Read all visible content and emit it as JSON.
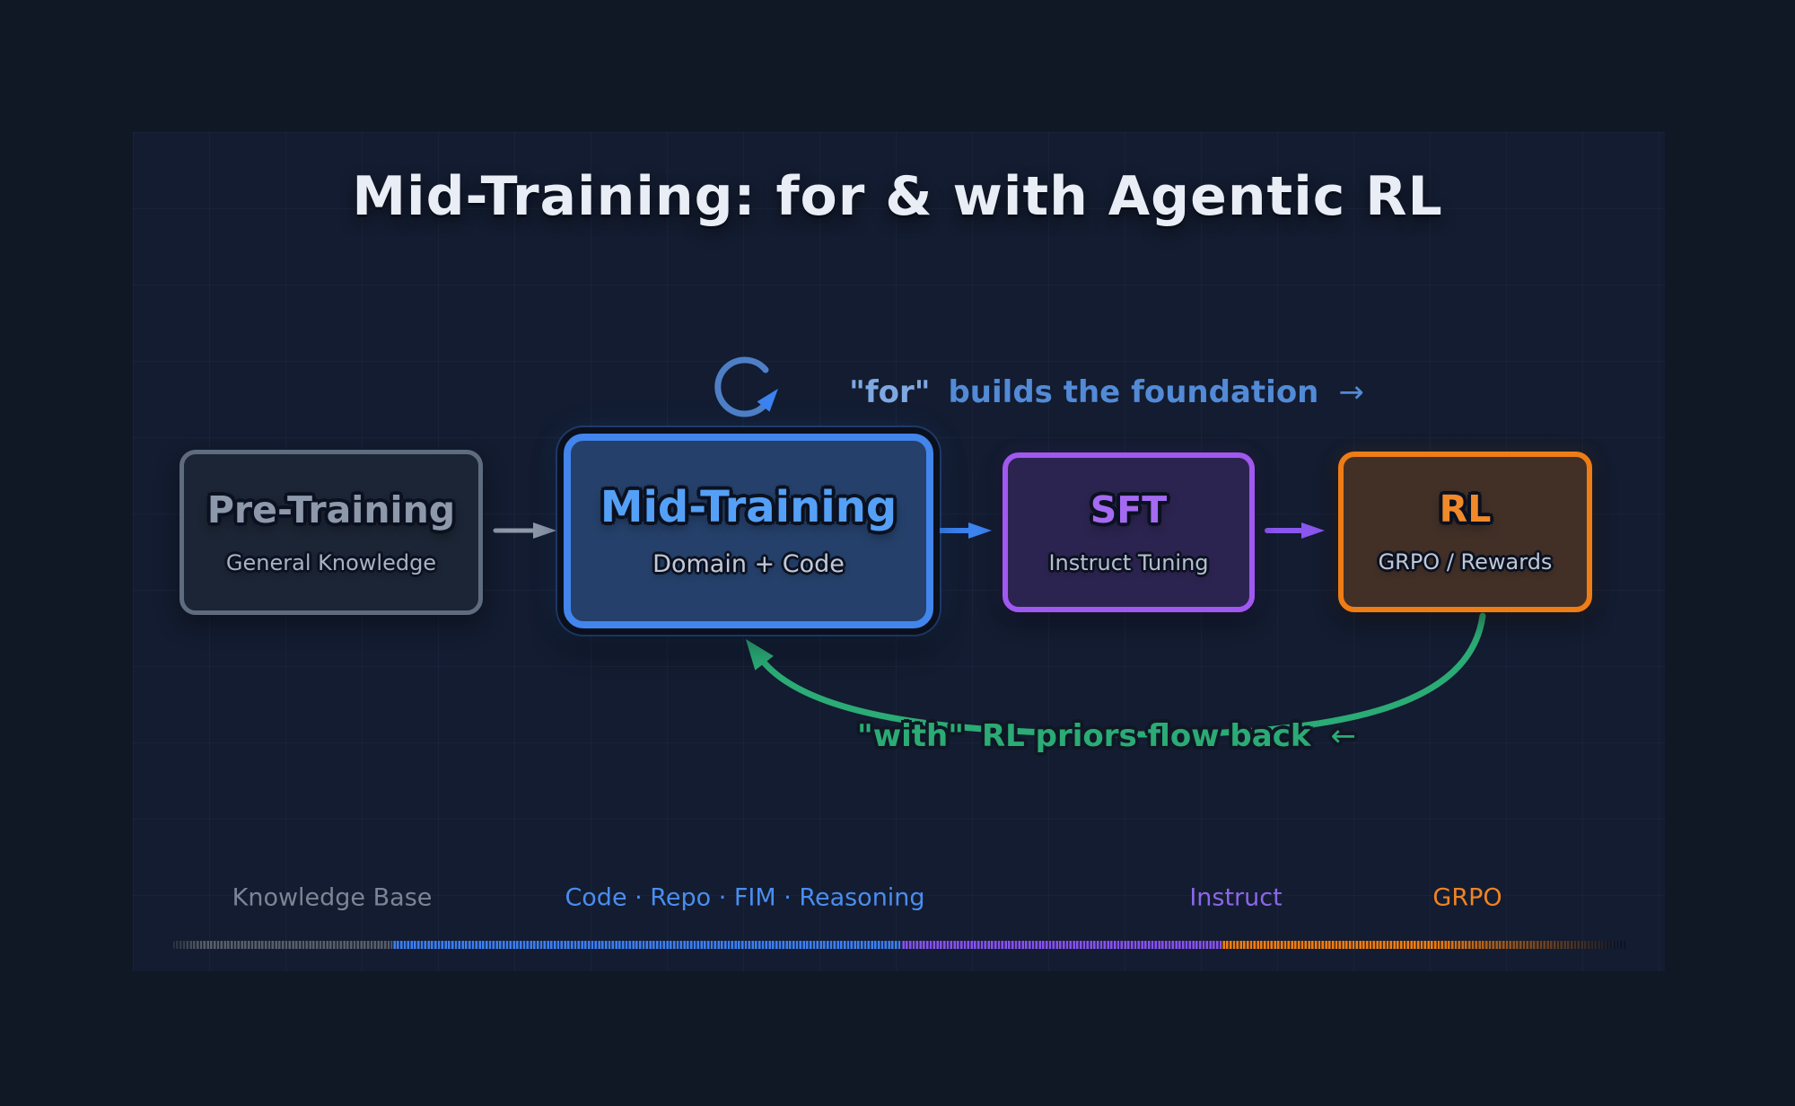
{
  "title": {
    "text": "Mid-Training: for & with Agentic RL"
  },
  "colors": {
    "background": "#101725",
    "panel": "#131c30",
    "grid_line": "#24314a",
    "arrow_gray": "#8e99a9",
    "blue": "#3c82f0",
    "purple": "#8a56ee",
    "orange": "#ee7d16",
    "green": "#2bab75",
    "loop_blue": "#4e7fc6",
    "annotation_blue": "#528ad6"
  },
  "stages": [
    {
      "title": "Pre-Training",
      "subtitle": "General Knowledge",
      "accent": "#5f6c80"
    },
    {
      "title": "Mid-Training",
      "subtitle": "Domain + Code",
      "accent": "#4285ec"
    },
    {
      "title": "SFT",
      "subtitle": "Instruct Tuning",
      "accent": "#a158f0"
    },
    {
      "title": "RL",
      "subtitle": "GRPO / Rewards",
      "accent": "#ee7d16"
    }
  ],
  "annotations": {
    "forward": {
      "quoted": "\"for\"",
      "label": "builds the foundation",
      "arrow": "→"
    },
    "backward": {
      "quoted": "\"with\"",
      "label": "RL priors flow back",
      "arrow": "←"
    }
  },
  "timeline": {
    "labels": [
      {
        "text": "Knowledge Base",
        "color": "#7b8595"
      },
      {
        "text": "Code · Repo · FIM · Reasoning",
        "color": "#4a8df0"
      },
      {
        "text": "Instruct",
        "color": "#8b66e8"
      },
      {
        "text": "GRPO",
        "color": "#ef8324"
      }
    ],
    "segment_colors": [
      "#565e6c",
      "#3c7ef1",
      "#8552ee",
      "#ee7d15"
    ]
  }
}
